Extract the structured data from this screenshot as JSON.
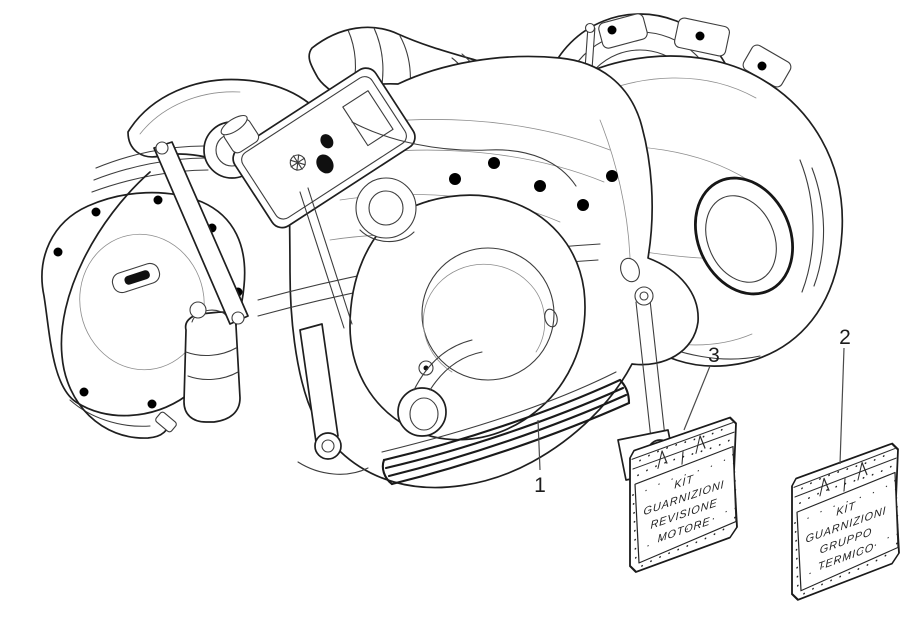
{
  "diagram": {
    "background_color": "#ffffff",
    "line_color": "#3d3d3d",
    "callouts": [
      {
        "number": "1"
      },
      {
        "number": "2"
      },
      {
        "number": "3"
      }
    ],
    "kits": [
      {
        "callout_ref": "3",
        "lines": [
          "KIT",
          "GUARNIZIONI",
          "REVISIONE",
          "MOTORE"
        ]
      },
      {
        "callout_ref": "2",
        "lines": [
          "KIT",
          "GUARNIZIONI",
          "GRUPPO",
          "TERMICO"
        ]
      }
    ]
  }
}
